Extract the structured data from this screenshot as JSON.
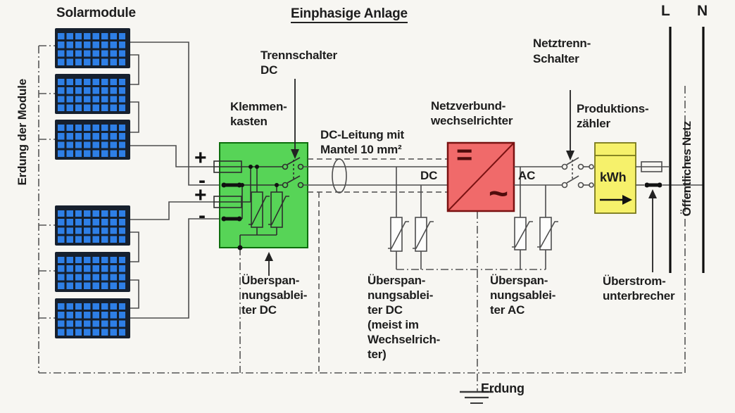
{
  "d": {
    "title": "Einphasige Anlage",
    "solarmodule": "Solarmodule",
    "erdung_der_module": "Erdung der Module",
    "trennschalter": [
      "Trennschalter",
      "DC"
    ],
    "klemmenkasten": [
      "Klemmen-",
      "kasten"
    ],
    "dc_leitung": [
      "DC-Leitung mit",
      "Mantel 10 mm²"
    ],
    "netzverbund": [
      "Netzverbund-",
      "wechselrichter"
    ],
    "netztrenn": [
      "Netztrenn-",
      "Schalter"
    ],
    "produktionszaehler": [
      "Produktions-",
      "zähler"
    ],
    "ueberspannung_dc": [
      "Überspan-",
      "nungsablei-",
      "ter DC"
    ],
    "ueberspannung_dc_wr": [
      "Überspan-",
      "nungsablei-",
      "ter DC",
      "(meist im",
      "Wechselrich-",
      "ter)"
    ],
    "ueberspannung_ac": [
      "Überspan-",
      "nungsablei-",
      "ter AC"
    ],
    "ueberstrom": [
      "Überstrom-",
      "unterbrecher"
    ],
    "erdung": "Erdung",
    "oeffentliches_netz": "Öffentliches Netz",
    "dc": "DC",
    "ac": "AC",
    "kwh": "kWh",
    "l": "L",
    "n": "N",
    "plus": "+",
    "minus": "-",
    "dc_symbol": "=",
    "ac_symbol": "~",
    "colors": {
      "junction_box_fill": "#57d457",
      "inverter_fill": "#f06a6a",
      "meter_fill": "#f6f16b",
      "solar_cell": "#2e7fe6",
      "wire": "#4d4d4d"
    }
  }
}
